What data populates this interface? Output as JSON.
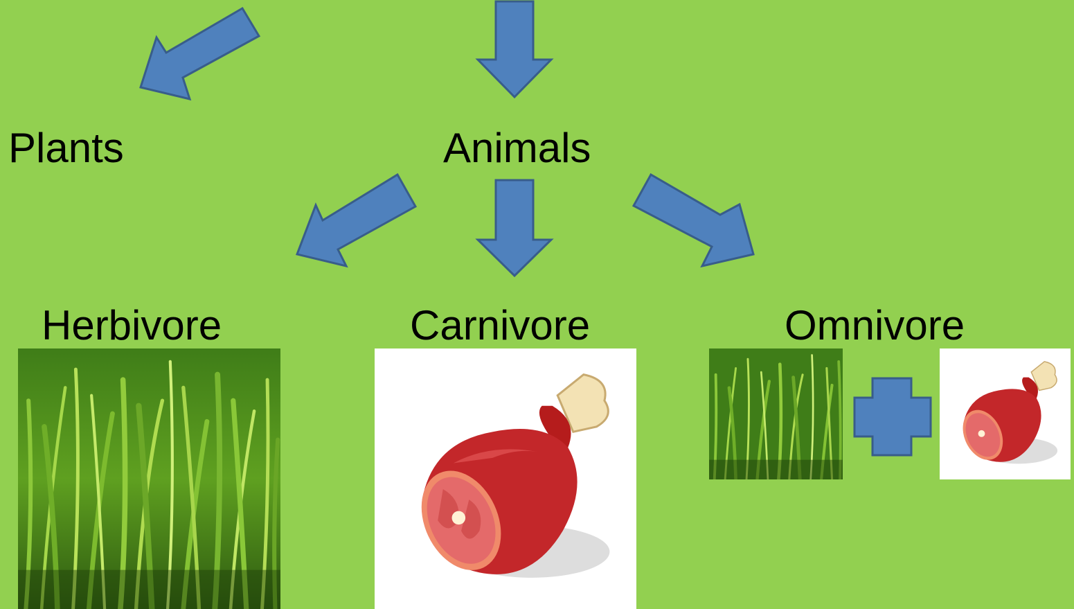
{
  "diagram": {
    "nodes": {
      "plants": "Plants",
      "animals": "Animals",
      "herbivore": "Herbivore",
      "carnivore": "Carnivore",
      "omnivore": "Omnivore"
    },
    "images": {
      "herbivore": "grass-image",
      "carnivore": "meat-ham-image",
      "omnivore_left": "grass-image",
      "omnivore_operator": "plus-icon",
      "omnivore_right": "meat-ham-image"
    },
    "colors": {
      "background": "#92d050",
      "arrow_fill": "#4f81bd",
      "arrow_stroke": "#385d8a",
      "text": "#000000"
    }
  }
}
